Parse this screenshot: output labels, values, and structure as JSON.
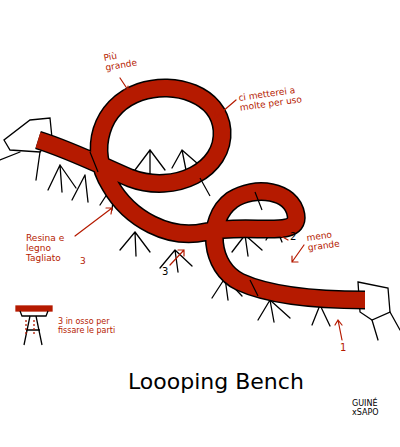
{
  "diagram": {
    "title": "Loooping Bench",
    "labels": [
      "Più grande",
      "ci metterei a molte per uso",
      "Resina e legno Tagliato",
      "3",
      "2",
      "meno grande",
      "3",
      "1",
      "3 in osso per fissare le parti",
      "GUINÉ xSAPO"
    ]
  }
}
